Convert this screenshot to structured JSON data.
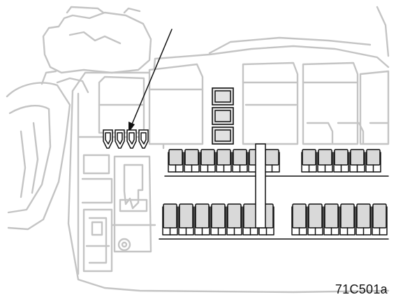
{
  "figure": {
    "code": "71C501a"
  },
  "colors": {
    "outline_gray": "#c4c4c4",
    "ink": "#111111",
    "fuse_fill": "#d9d9d9"
  },
  "components": {
    "small_fuse_count": 4,
    "relay_count": 3,
    "upper_fuse_row_count": 12,
    "lower_fuse_row_count": 13
  }
}
